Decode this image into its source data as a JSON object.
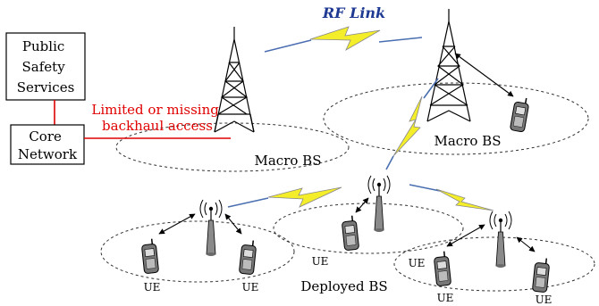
{
  "boxes": {
    "public_safety": [
      "Public",
      "Safety",
      "Services"
    ],
    "core_network": [
      "Core",
      "Network"
    ]
  },
  "labels": {
    "rf_link": "RF Link",
    "backhaul": [
      "Limited or missing",
      "backhaul access"
    ],
    "macro_bs_left": "Macro BS",
    "macro_bs_right": "Macro BS",
    "deployed_bs": "Deployed BS",
    "ue": "UE"
  },
  "colors": {
    "backhaul_line": "#e00000",
    "rf_link_text": "#1f3a93",
    "lightning_fill": "#f4ee2a",
    "link_line": "#4a6fb0"
  }
}
